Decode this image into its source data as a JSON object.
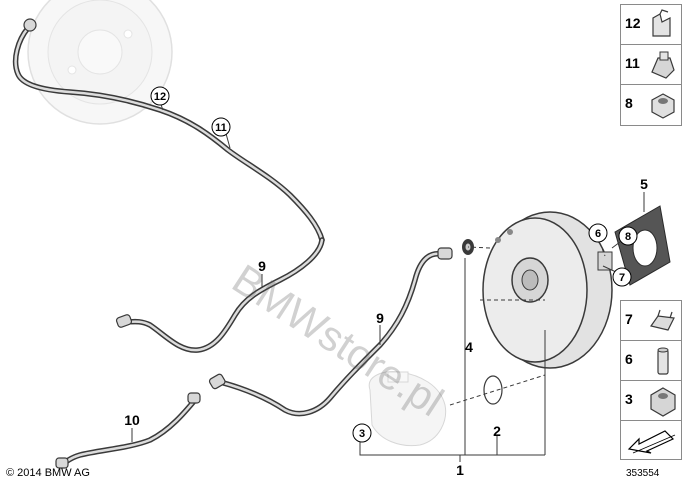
{
  "callouts": {
    "c12": "12",
    "c11": "11",
    "c9a": "9",
    "c9b": "9",
    "c10": "10",
    "c4": "4",
    "c3": "3",
    "c2": "2",
    "c1": "1",
    "c5": "5",
    "c6": "6",
    "c7": "7",
    "c8": "8"
  },
  "legend": [
    {
      "number": "12",
      "icon": "clip-icon"
    },
    {
      "number": "11",
      "icon": "holder-icon"
    },
    {
      "number": "8",
      "icon": "hex-nut-icon"
    },
    {
      "number": "7",
      "icon": "bracket-icon"
    },
    {
      "number": "6",
      "icon": "pin-icon"
    },
    {
      "number": "3",
      "icon": "hex-nut-icon"
    }
  ],
  "footer": {
    "copyright": "© 2014 BMW AG",
    "diagram_id": "353554"
  },
  "watermark": "BMWstore.pl",
  "colors": {
    "line": "#3a3a3a",
    "part_fill": "#e9e9e9",
    "ghost_fill": "#f0f0f0"
  }
}
